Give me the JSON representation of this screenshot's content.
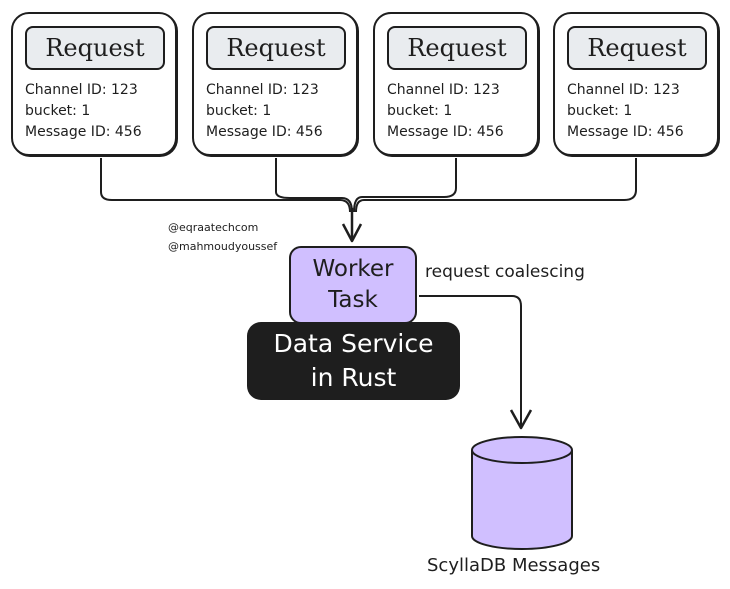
{
  "requests": [
    {
      "title": "Request",
      "channel": "Channel ID: 123",
      "bucket": "bucket: 1",
      "message": "Message ID: 456"
    },
    {
      "title": "Request",
      "channel": "Channel ID: 123",
      "bucket": "bucket: 1",
      "message": "Message ID: 456"
    },
    {
      "title": "Request",
      "channel": "Channel ID: 123",
      "bucket": "bucket: 1",
      "message": "Message ID: 456"
    },
    {
      "title": "Request",
      "channel": "Channel ID: 123",
      "bucket": "bucket: 1",
      "message": "Message ID: 456"
    }
  ],
  "watermark": {
    "handle1": "@eqraatechcom",
    "handle2": "@mahmoudyoussef"
  },
  "worker": {
    "line1": "Worker",
    "line2": "Task"
  },
  "service": {
    "line1": "Data Service",
    "line2": "in Rust"
  },
  "edge_label": "request coalescing",
  "database": {
    "label": "ScyllaDB Messages"
  },
  "colors": {
    "stroke": "#1e1e1e",
    "request_header": "#e9ecef",
    "worker_fill": "#d0bfff",
    "service_fill": "#1e1e1e",
    "db_fill": "#d0bfff"
  }
}
